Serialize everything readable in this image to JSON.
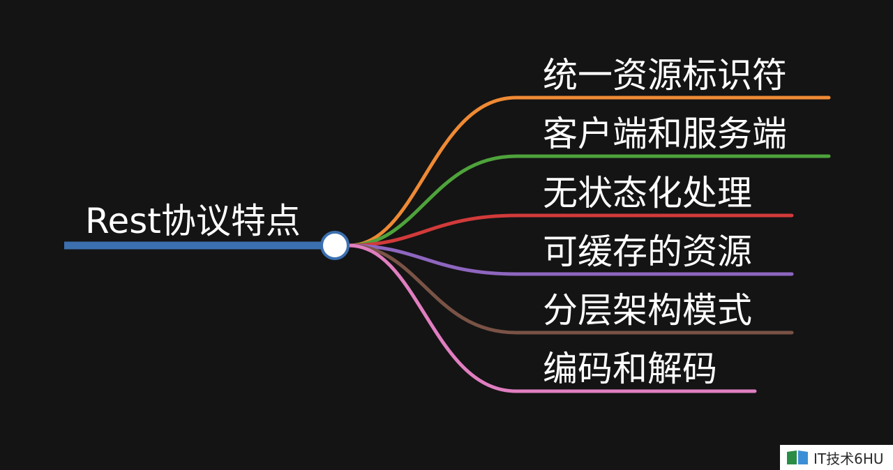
{
  "root": {
    "label": "Rest协议特点",
    "color": "#3b6fb0"
  },
  "branches": [
    {
      "label": "统一资源标识符",
      "color": "#ef8a34"
    },
    {
      "label": "客户端和服务端",
      "color": "#4ea33b"
    },
    {
      "label": "无状态化处理",
      "color": "#d23a3a"
    },
    {
      "label": "可缓存的资源",
      "color": "#8e66bf"
    },
    {
      "label": "分层架构模式",
      "color": "#7a5346"
    },
    {
      "label": "编码和解码",
      "color": "#e07ec0"
    }
  ],
  "watermark": {
    "text": "IT技术6HU",
    "logo_colors": [
      "#2a8c45",
      "#3b8fd6"
    ]
  }
}
